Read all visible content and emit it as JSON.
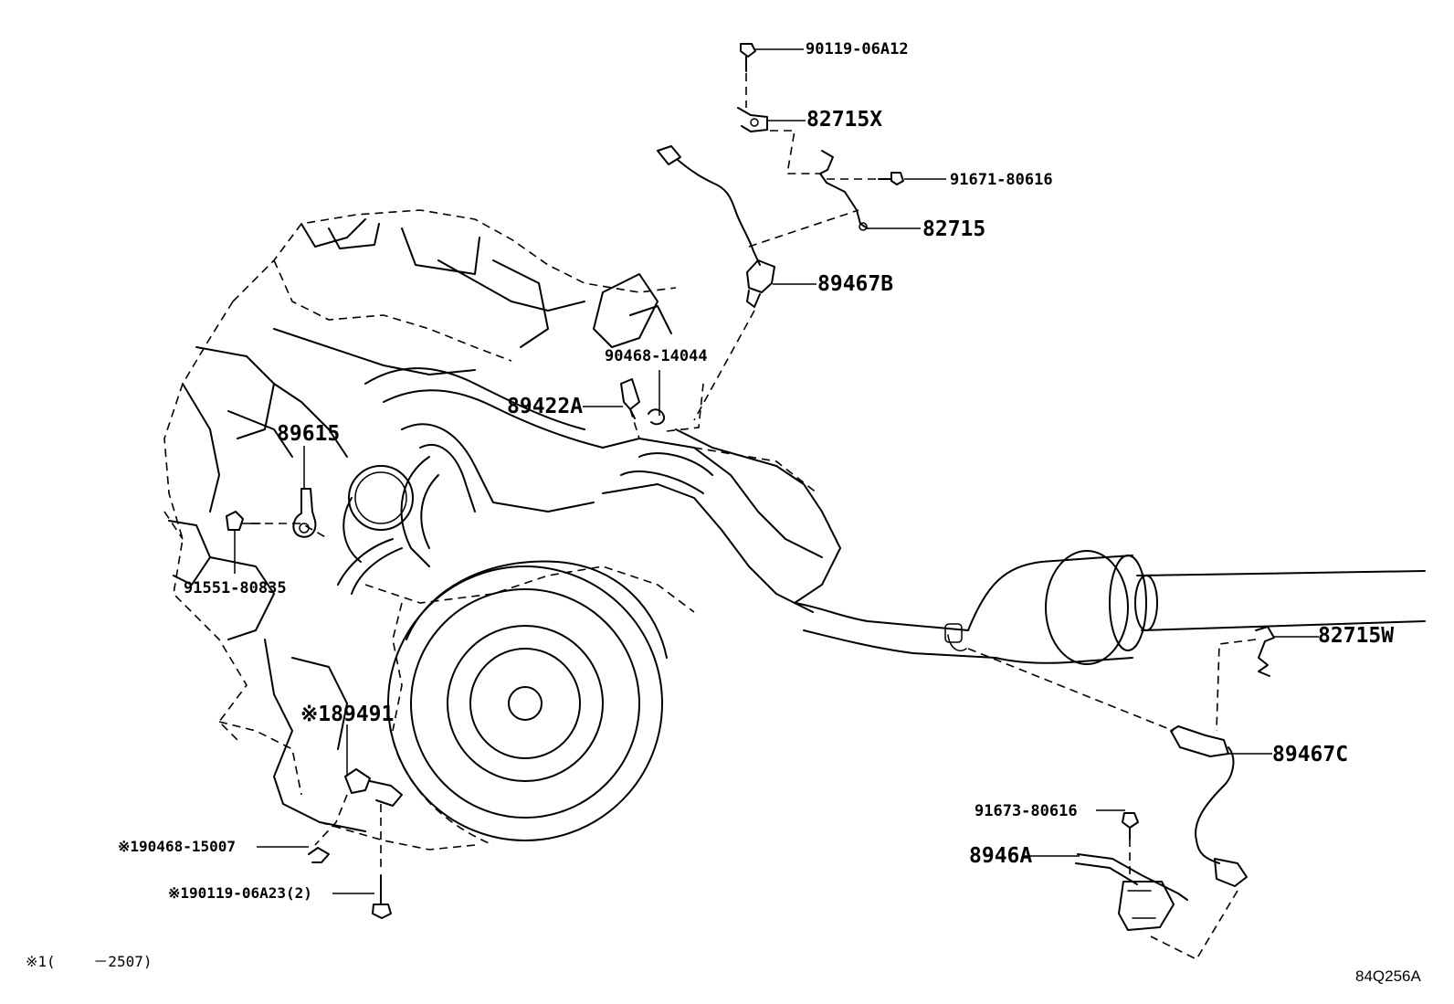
{
  "diagram": {
    "code": "84Q256A",
    "footnote": "※1(　　 －2507)",
    "parts": {
      "p90119_06A12": "90119-06A12",
      "p82715X": "82715X",
      "p91671_80616": "91671-80616",
      "p82715": "82715",
      "p89467B": "89467B",
      "p90468_14044": "90468-14044",
      "p89422A": "89422A",
      "p89615": "89615",
      "p91551_80835": "91551-80835",
      "p82715W": "82715W",
      "p89467C": "89467C",
      "p89491": "※189491",
      "p91673_80616": "91673-80616",
      "p8946A": "8946A",
      "p90468_15007": "※190468-15007",
      "p90119_06A23": "※190119-06A23(2)"
    }
  }
}
